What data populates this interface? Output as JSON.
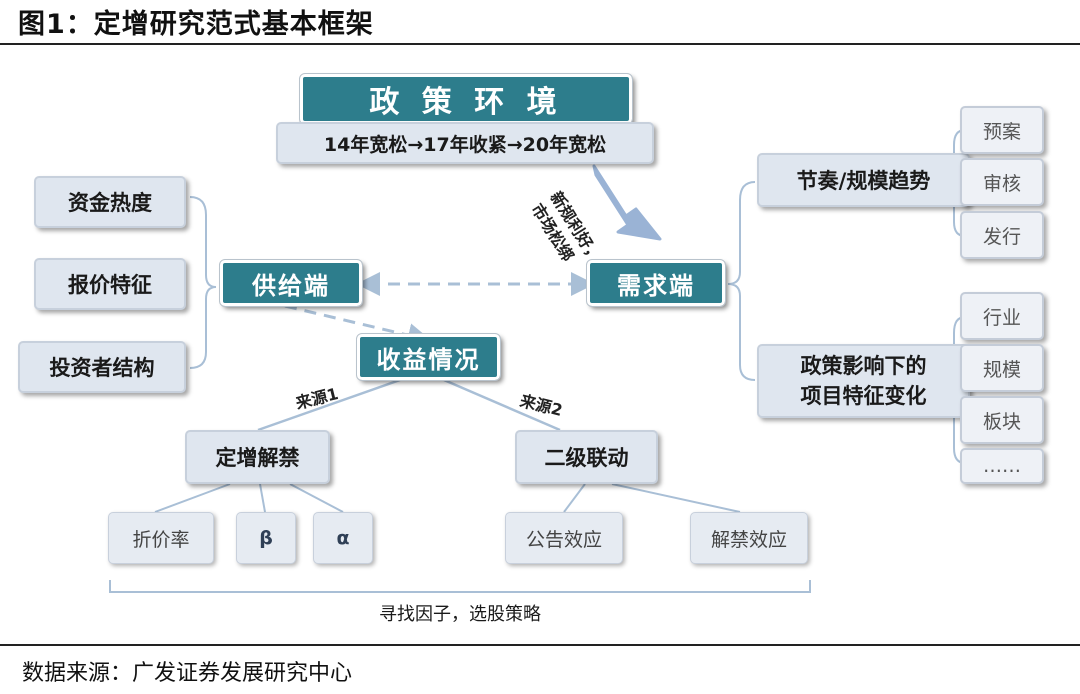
{
  "header": {
    "title": "图1：定增研究范式基本框架"
  },
  "footer": {
    "source": "数据来源：广发证券发展研究中心"
  },
  "diagram": {
    "policy": {
      "title": "政 策 环 境",
      "timeline": "14年宽松→17年收紧→20年宽松"
    },
    "arrow_note": [
      "新规利好，",
      "市场松绑"
    ],
    "supply": {
      "label": "供给端",
      "factors": [
        "资金热度",
        "报价特征",
        "投资者结构"
      ]
    },
    "demand": {
      "label": "需求端",
      "rhythm": {
        "label": "节奏/规模趋势",
        "stages": [
          "预案",
          "审核",
          "发行"
        ]
      },
      "features": {
        "label_lines": [
          "政策影响下的",
          "项目特征变化"
        ],
        "items": [
          "行业",
          "规模",
          "板块",
          "……"
        ]
      }
    },
    "returns": {
      "label": "收益情况"
    },
    "source1": {
      "label": "来源1",
      "node": "定增解禁",
      "children": [
        "折价率",
        "β",
        "α"
      ]
    },
    "source2": {
      "label": "来源2",
      "node": "二级联动",
      "children": [
        "公告效应",
        "解禁效应"
      ]
    },
    "bottom_label": "寻找因子，选股策略"
  }
}
